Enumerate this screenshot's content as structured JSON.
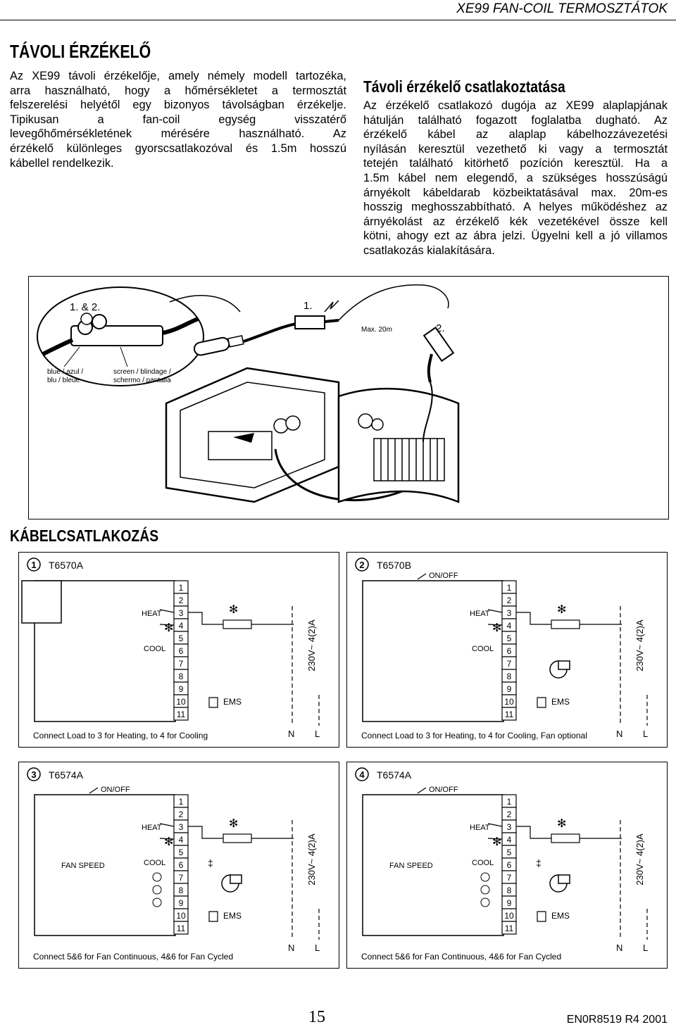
{
  "header": {
    "title": "XE99 FAN-COIL TERMOSZTÁTOK"
  },
  "section1": {
    "heading": "TÁVOLI ÉRZÉKELŐ",
    "intro_lines": [
      "Az XE99 távoli érzékelője, amely némely modell tartozéka,",
      "arra használható, hogy a hőmérsékletet a termosztát",
      "felszerelési helyétől egy bizonyos távolságban érzékelje.",
      "Tipikusan a fan-coil egység visszatérő",
      "levegőhőmérsékletének mérésére használható. Az",
      "érzékelő különleges gyorscsatlakozóval és 1.5m hosszú",
      "kábellel rendelkezik."
    ]
  },
  "section2": {
    "heading": "Távoli érzékelő csatlakoztatása",
    "lines": [
      "Az érzékelő csatlakozó dugója az XE99 alaplapjának",
      "hátulján található fogazott foglalatba dugható. Az",
      "érzékelő kábel az alaplap kábelhozzávezetési",
      "nyílásán keresztül vezethető ki vagy a termosztát",
      "tetején található kitörhető pozíción keresztül. Ha a",
      "1.5m kábel nem elegendő, a szükséges hosszúságú",
      "árnyékolt kábeldarab közbeiktatásával max. 20m-es",
      "hosszig meghosszabbítható. A helyes működéshez az",
      "árnyékolást az érzékelő kék vezetékével össze kell",
      "kötni, ahogy ezt az ábra jelzi. Ügyelni kell a jó villamos",
      "csatlakozás kialakítására."
    ]
  },
  "figure": {
    "label_12": "1. & 2.",
    "label_1": "1.",
    "label_2": "2.",
    "max": "Max. 20m",
    "blue1": "blue / azul /",
    "blue2": "blu / bleue",
    "screen1": "screen / blindage /",
    "screen2": "schermo / pantalla"
  },
  "section3": {
    "heading": "KÁBELCSATLAKOZÁS"
  },
  "diagrams": [
    {
      "num": "1",
      "model": "T6570A",
      "onoff": "",
      "fan_speed": "",
      "voltage": "230V~ 4(2)A",
      "note": "Connect Load to 3 for Heating, to 4 for Cooling",
      "has_fan": false,
      "has_dagger": false
    },
    {
      "num": "2",
      "model": "T6570B",
      "onoff": "ON/OFF",
      "fan_speed": "",
      "voltage": "230V~ 4(2)A",
      "note": "Connect Load to 3 for Heating, to 4 for Cooling, Fan optional",
      "has_fan": true,
      "has_dagger": false
    },
    {
      "num": "3",
      "model": "T6574A",
      "onoff": "ON/OFF",
      "fan_speed": "FAN SPEED",
      "voltage": "230V~ 4(2)A",
      "note": "Connect 5&6 for Fan Continuous, 4&6 for Fan Cycled",
      "has_fan": true,
      "has_dagger": true
    },
    {
      "num": "4",
      "model": "T6574A",
      "onoff": "ON/OFF",
      "fan_speed": "FAN SPEED",
      "voltage": "230V~ 4(2)A",
      "note": "Connect 5&6 for Fan Continuous, 4&6 for Fan Cycled",
      "has_fan": true,
      "has_dagger": true
    }
  ],
  "terminal_numbers": [
    "1",
    "2",
    "3",
    "4",
    "5",
    "6",
    "7",
    "8",
    "9",
    "10",
    "11"
  ],
  "labels": {
    "heat": "HEAT",
    "cool": "COOL",
    "ems": "EMS",
    "n": "N",
    "l": "L",
    "dagger": "‡"
  },
  "footer": {
    "page": "15",
    "code": "EN0R8519 R4 2001"
  }
}
